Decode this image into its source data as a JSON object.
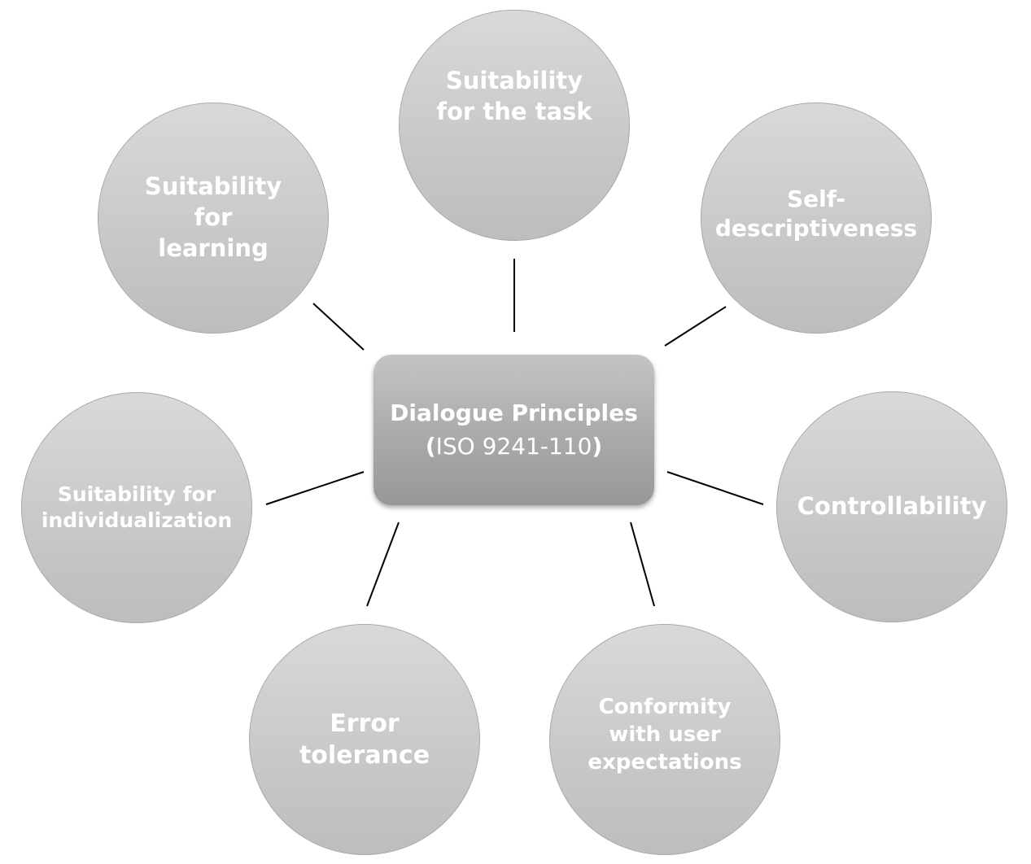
{
  "center": {
    "title": "Dialogue Principles",
    "open_paren": "(",
    "subtitle": "ISO 9241-110",
    "close_paren": ")"
  },
  "principles": {
    "task": "Suitability\nfor the task",
    "self": "Self-\ndescriptiveness",
    "controllability": "Controllability",
    "conformity": "Conformity\nwith user\nexpectations",
    "error": "Error\ntolerance",
    "individualization": "Suitability for\nindividualization",
    "learning": "Suitability\nfor\nlearning"
  },
  "colors": {
    "node_fill": "#c9c9c9",
    "center_fill": "#acacac",
    "text": "#ffffff",
    "connector": "#000000"
  }
}
